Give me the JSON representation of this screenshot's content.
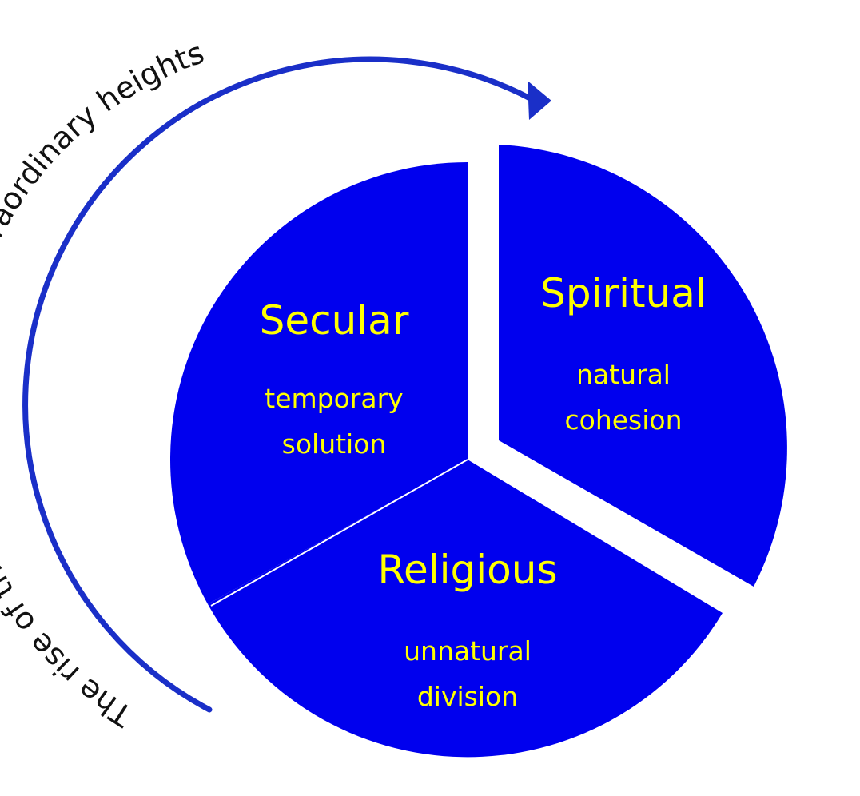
{
  "colors": {
    "segment_fill": "#0000ee",
    "segment_text": "#ffff00",
    "arc_stroke": "#1a2fc8",
    "arc_text": "#111111",
    "background": "#ffffff"
  },
  "arc": {
    "caption": "The rise of the human family to extraordinary heights",
    "icon": "arrow-head-icon"
  },
  "segments": {
    "secular": {
      "title": "Secular",
      "line1": "temporary",
      "line2": "solution"
    },
    "spiritual": {
      "title": "Spiritual",
      "line1": "natural",
      "line2": "cohesion"
    },
    "religious": {
      "title": "Religious",
      "line1": "unnatural",
      "line2": "division"
    }
  }
}
